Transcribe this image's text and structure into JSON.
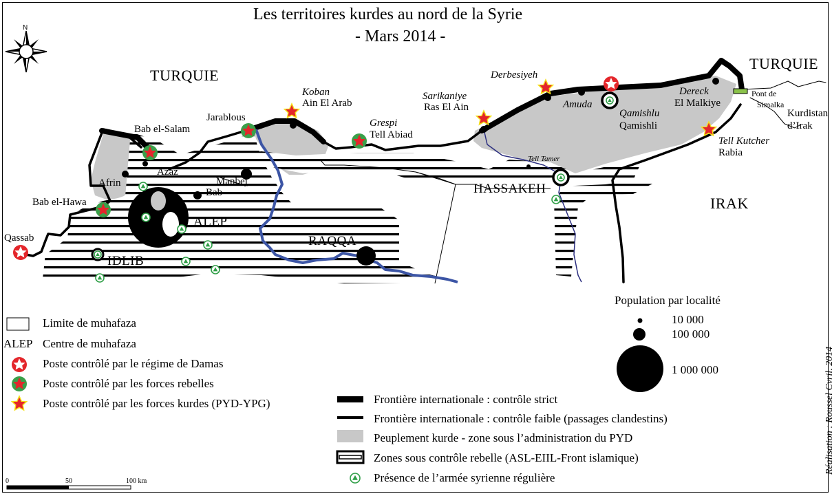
{
  "title": "Les territoires kurdes au nord de la Syrie",
  "subtitle": "- Mars 2014 -",
  "compass_label": "N",
  "countries": {
    "turquie_west": "TURQUIE",
    "turquie_east": "TURQUIE",
    "irak": "IRAK",
    "kurdistan_1": "Kurdistan",
    "kurdistan_2": "d’Irak"
  },
  "provinces": {
    "alep": "ALEP",
    "raqqa": "RAQQA",
    "hassakeh": "HASSAKEH",
    "idlib": "IDLIB"
  },
  "places": {
    "bab_el_salam": "Bab el-Salam",
    "azaz": "Azaz",
    "afrin": "Afrin",
    "manbej": "Manbej",
    "bab": "Bab",
    "bab_el_hawa": "Bab el-Hawa",
    "qassab": "Qassab",
    "jarablous": "Jarablous",
    "koban": "Koban",
    "ain_el_arab": "Ain El Arab",
    "grespi": "Grespi",
    "tell_abiad": "Tell Abiad",
    "sarikaniye": "Sarikaniye",
    "ras_el_ain": "Ras El Ain",
    "derbesiyeh": "Derbesiyeh",
    "amuda": "Amuda",
    "qamishlu": "Qamishlu",
    "qamishli": "Qamishli",
    "dereck": "Dereck",
    "el_malkiye": "El Malkiye",
    "pont_1": "Pont de",
    "pont_2": "Simalka",
    "tell_tamer": "Tell Tamer",
    "tell_kutcher": "Tell Kutcher",
    "rabia": "Rabia"
  },
  "legend": {
    "muhafaza_limit": "Limite de muhafaza",
    "centre_abbr": "ALEP",
    "centre": "Centre de muhafaza",
    "regime_post": "Poste contrôlé par le régime de Damas",
    "rebel_post": "Poste contrôlé par les forces rebelles",
    "kurd_post": "Poste contrôlé par les forces kurdes (PYD-YPG)",
    "strict_border": "Frontière internationale : contrôle strict",
    "weak_border": "Frontière internationale : contrôle faible (passages clandestins)",
    "kurd_zone": "Peuplement kurde - zone sous l’administration du PYD",
    "rebel_zone": "Zones sous contrôle rebelle (ASL-EIIL-Front islamique)",
    "army": "Présence de l’armée syrienne régulière"
  },
  "population": {
    "title": "Population par localité",
    "small": "10 000",
    "medium": "100 000",
    "large": "1 000 000"
  },
  "scale": {
    "zero": "0",
    "mid": "50",
    "end": "100 km"
  },
  "credit": "Réalisation : Roussel Cyril, 2014",
  "colors": {
    "kurd_zone": "#c8c8c8",
    "river": "#3c55a5",
    "regime_star": "#e4262b",
    "rebel_star_bg": "#3aa04a",
    "kurd_star": "#e4262b",
    "kurd_star_bg": "#f6e21a",
    "army": "#2e9e46",
    "bridge": "#8bc34a"
  }
}
